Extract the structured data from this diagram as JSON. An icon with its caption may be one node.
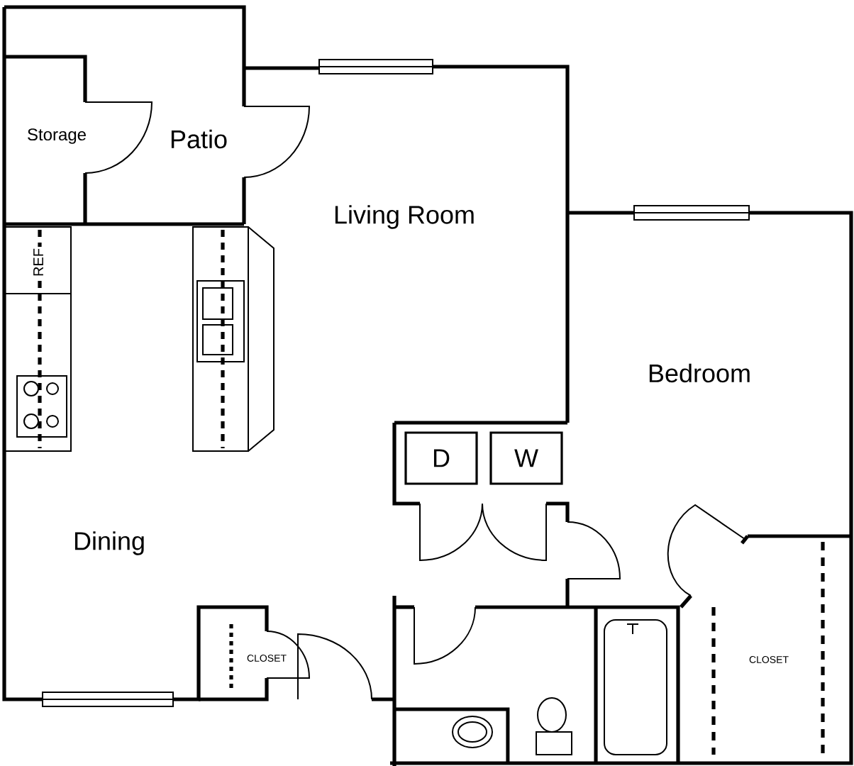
{
  "diagram": {
    "nodes": [
      {
        "text": [
          "D"
        ]
      },
      {
        "text": [
          "W"
        ]
      }
    ],
    "labels": [
      "Storage",
      "Patio",
      "Living Room",
      "REF",
      "Bedroom",
      "Dining",
      "CLOSET",
      "CLOSET"
    ]
  }
}
